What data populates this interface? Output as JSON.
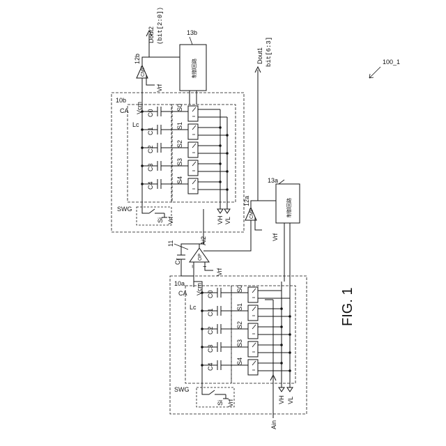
{
  "figure": {
    "ref": "100_1",
    "caption": "FIG. 1"
  },
  "top": {
    "block": "10b",
    "ca": "CA",
    "lc": "Lc",
    "vcm": "Vcm",
    "swg": "SWG",
    "si": "Si",
    "vrf": "Vrf",
    "cmp": "CMP",
    "cmp_ref": "12b",
    "cmp_vrf": "Vrf",
    "ctrl": "制御回路",
    "ctrl_ref": "13b",
    "out": "Dout2",
    "bits": "(bit[2:0])",
    "vh": "VH",
    "vl": "VL",
    "caps": [
      "C0",
      "C1",
      "C2",
      "C3",
      "C4"
    ],
    "switches": [
      "S0",
      "S1",
      "S2",
      "S3",
      "S4"
    ]
  },
  "right": {
    "cmp": "CMP",
    "cmp_ref": "12a",
    "cmp_vrf": "Vrf",
    "ctrl": "制御回路",
    "ctrl_ref": "13a",
    "out": "Dout1",
    "bits": "bit[6:3]"
  },
  "amp": {
    "ref": "11",
    "op": "OP",
    "cr": "Cr",
    "ai2": "Ai2",
    "vrf": "Vrf",
    "minus": "−",
    "plus": "+"
  },
  "bottom": {
    "block": "10a",
    "ca": "CA",
    "lc": "Lc",
    "vcm": "Vcm",
    "swg": "SWG",
    "si": "Si",
    "vrf": "Vrf",
    "vh": "VH",
    "vl": "VL",
    "ain": "Ain",
    "caps": [
      "C0",
      "C1",
      "C2",
      "C3",
      "C4"
    ],
    "switches": [
      "S0",
      "S1",
      "S2",
      "S3",
      "S4"
    ]
  }
}
